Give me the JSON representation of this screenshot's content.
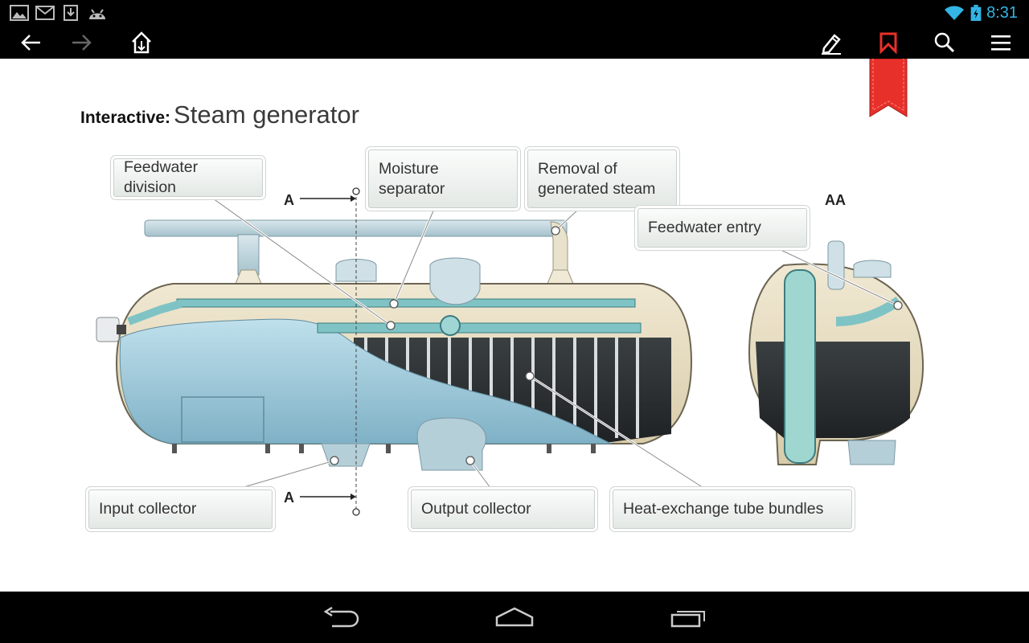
{
  "status_bar": {
    "time": "8:31",
    "icons": [
      "image-icon",
      "gmail-icon",
      "download-icon",
      "android-icon",
      "wifi-icon",
      "battery-icon"
    ]
  },
  "action_bar": {
    "buttons": [
      "back-arrow-icon",
      "forward-arrow-icon",
      "home-icon",
      "highlight-pen-icon",
      "bookmark-icon",
      "search-icon",
      "menu-icon"
    ],
    "accent_color": "#e8302a"
  },
  "page": {
    "heading_prefix": "Interactive:",
    "heading_title": "Steam generator"
  },
  "diagram": {
    "section_labels": {
      "a_top": "A",
      "a_bottom": "A",
      "aa": "AA"
    },
    "callouts": {
      "feedwater_division": "Feedwater division",
      "moisture_separator_1": "Moisture",
      "moisture_separator_2": "separator",
      "removal_steam_1": "Removal of",
      "removal_steam_2": "generated steam",
      "feedwater_entry": "Feedwater entry",
      "input_collector": "Input collector",
      "output_collector": "Output collector",
      "heat_exchange": "Heat-exchange tube bundles"
    },
    "colors": {
      "water": "#a9cfe0",
      "shell": "#e6dcc0",
      "pipe": "#7fb9c9",
      "tubes": "#2c2f31"
    }
  },
  "nav_bar": {
    "buttons": [
      "back-nav-icon",
      "home-nav-icon",
      "recents-nav-icon"
    ]
  }
}
